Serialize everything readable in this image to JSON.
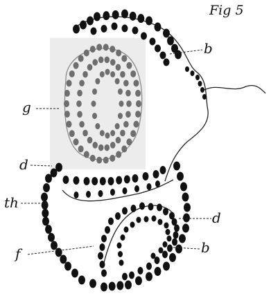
{
  "figure": {
    "title": "Fig 5",
    "colors": {
      "cell": "#111111",
      "inner_cell": "#6e6e6e",
      "shade": "#ebebeb",
      "line": "#222222"
    },
    "labels": {
      "b_upper": "b",
      "g": "g",
      "d_left": "d",
      "h": "th",
      "d_right": "d",
      "f": "f",
      "b_lower": "b"
    }
  }
}
